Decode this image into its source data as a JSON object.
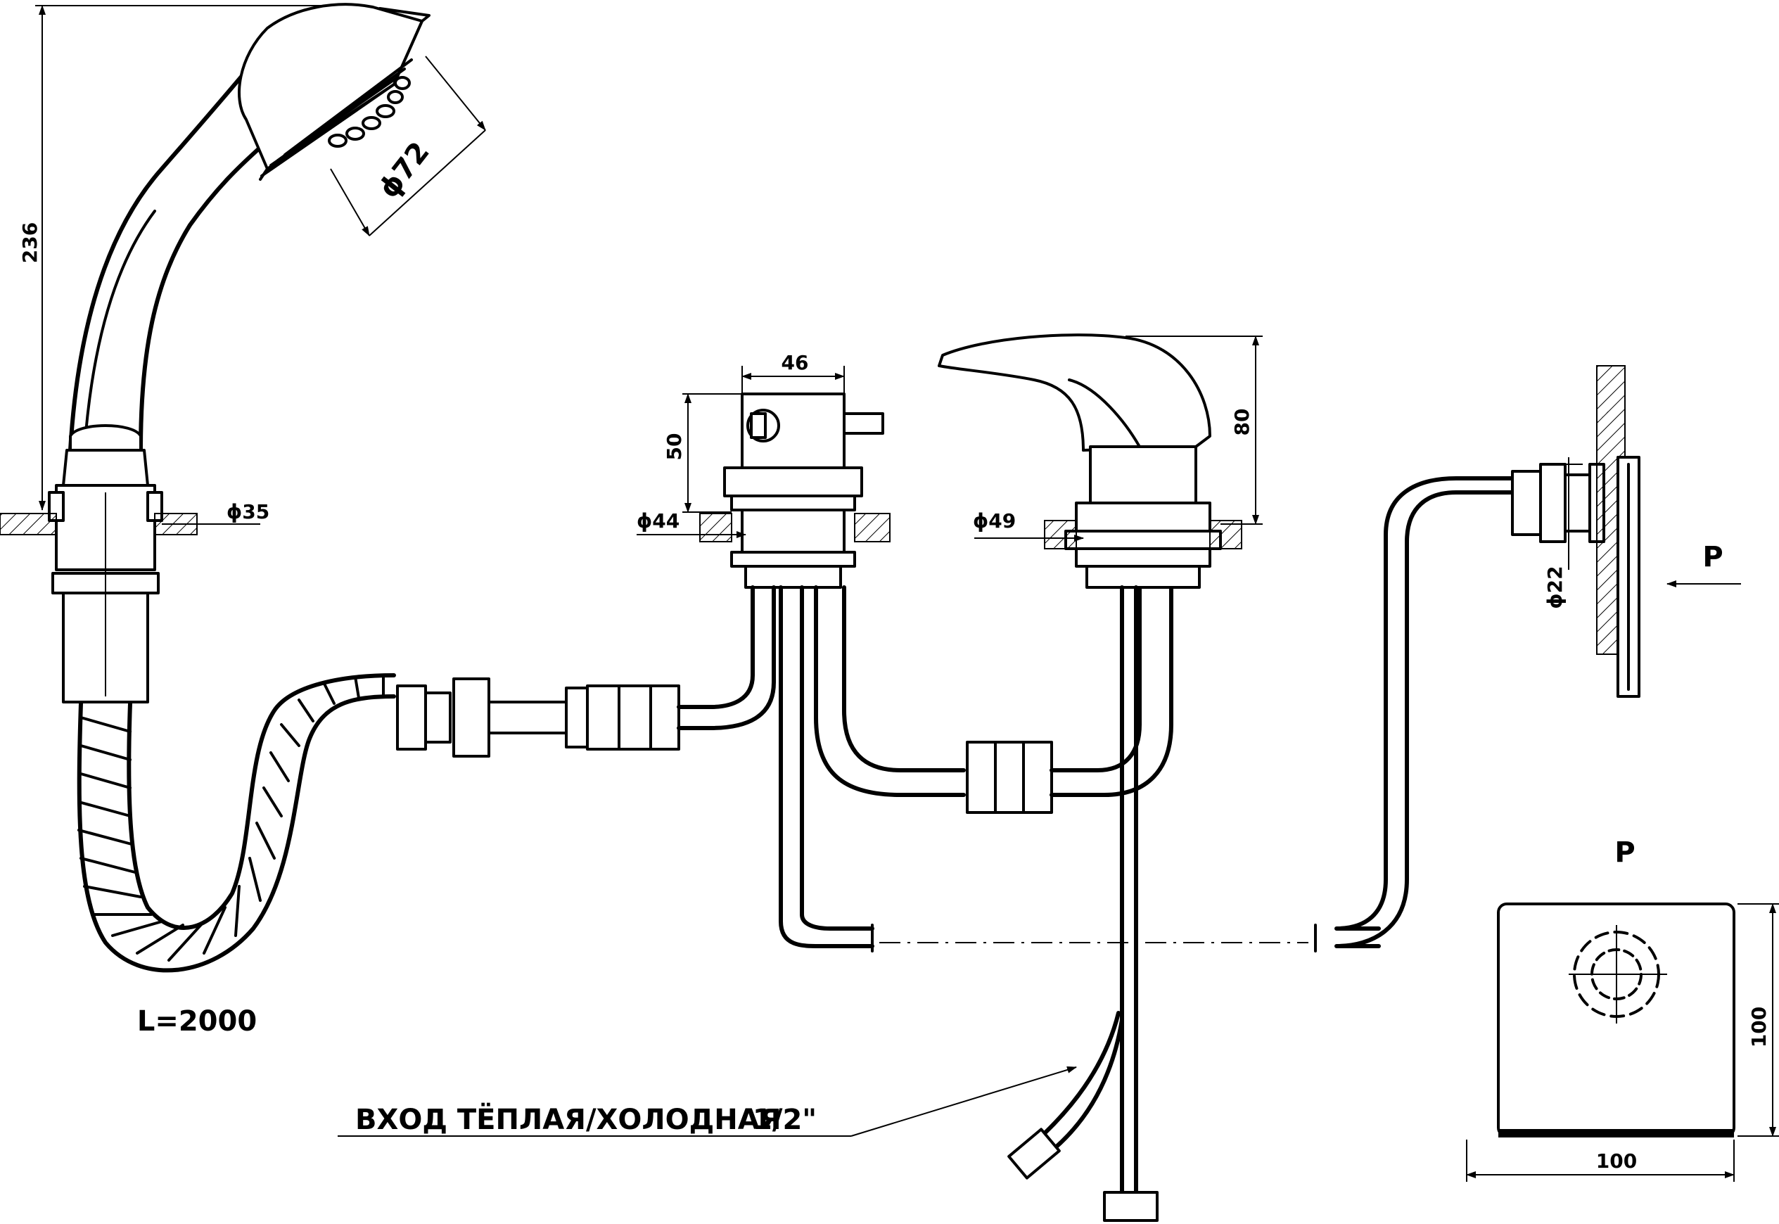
{
  "dimensions": {
    "handle_height": "236",
    "head_diameter": "ϕ72",
    "shower_base_diameter": "ϕ35",
    "diverter_width": "46",
    "diverter_height": "50",
    "diverter_base_diameter": "ϕ44",
    "mixer_base_diameter": "ϕ49",
    "mixer_height": "80",
    "outlet_diameter": "ϕ22",
    "plate_height": "100",
    "plate_width": "100"
  },
  "labels": {
    "hose_length": "L=2000",
    "inlet_caption": "ВХОД  ТЁПЛАЯ/ХОЛОДНАЯ",
    "inlet_size": "1/2\"",
    "view_arrow": "P",
    "view_title": "P"
  },
  "colors": {
    "line": "#000000",
    "background": "#ffffff"
  }
}
